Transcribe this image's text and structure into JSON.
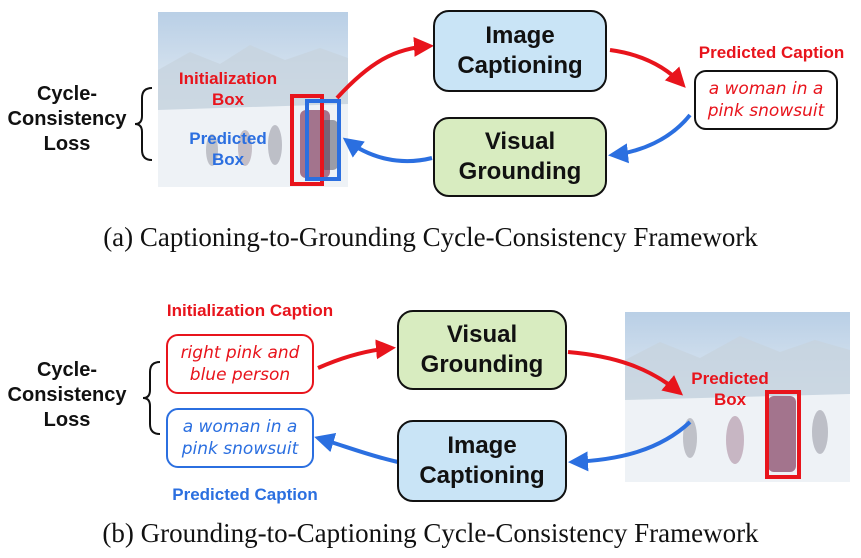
{
  "panel_a": {
    "loss_label": [
      "Cycle-",
      "Consistency",
      "Loss"
    ],
    "init_box_label": [
      "Initialization",
      "Box"
    ],
    "pred_box_label": [
      "Predicted",
      "Box"
    ],
    "captioning_node": [
      "Image",
      "Captioning"
    ],
    "grounding_node": [
      "Visual",
      "Grounding"
    ],
    "pred_caption_title": "Predicted Caption",
    "pred_caption_text": [
      "a woman in a",
      "pink snowsuit"
    ],
    "figure_caption": "(a) Captioning-to-Grounding Cycle-Consistency Framework"
  },
  "panel_b": {
    "loss_label": [
      "Cycle-",
      "Consistency",
      "Loss"
    ],
    "init_caption_title": "Initialization Caption",
    "init_caption_text": [
      "right pink and",
      "blue person"
    ],
    "pred_caption_text": [
      "a woman in a",
      "pink snowsuit"
    ],
    "pred_caption_title": "Predicted Caption",
    "grounding_node": [
      "Visual",
      "Grounding"
    ],
    "captioning_node": [
      "Image",
      "Captioning"
    ],
    "pred_box_label": [
      "Predicted",
      "Box"
    ],
    "figure_caption": "(b) Grounding-to-Captioning Cycle-Consistency Framework"
  },
  "colors": {
    "red": "#e8141c",
    "blue": "#2b6fe0",
    "captioning_fill": "#c9e4f6",
    "grounding_fill": "#d8ecc0"
  }
}
